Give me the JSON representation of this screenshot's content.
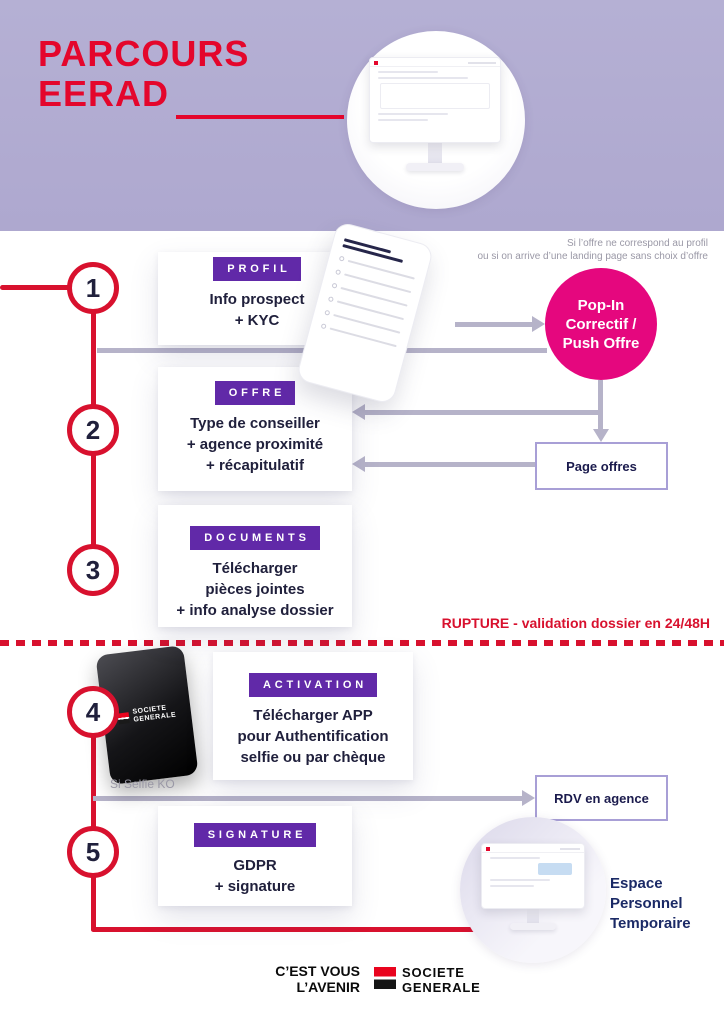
{
  "colors": {
    "red": "#d8112e",
    "title_red": "#e4062c",
    "purple_badge": "#6129a8",
    "pink": "#e5077e",
    "navy_text": "#20203c",
    "lavender_header": "#b5b0d4",
    "gray_arrow": "#b6b3c9",
    "purple_box_border": "#a89fd6"
  },
  "header": {
    "title_line1": "PARCOURS",
    "title_line2": "EERAD"
  },
  "steps": [
    {
      "number": "1",
      "badge": "PROFIL",
      "line1": "Info prospect",
      "line2": "+ KYC"
    },
    {
      "number": "2",
      "badge": "OFFRE",
      "line1": "Type de conseiller",
      "line2": "+ agence proximité",
      "line3": "+ récapitulatif"
    },
    {
      "number": "3",
      "badge": "DOCUMENTS",
      "line1": "Télécharger",
      "line2": "pièces jointes",
      "line3": "+ info analyse dossier"
    },
    {
      "number": "4",
      "badge": "ACTIVATION",
      "line1": "Télécharger APP",
      "line2": "pour Authentification",
      "line3": "selfie ou par chèque"
    },
    {
      "number": "5",
      "badge": "SIGNATURE",
      "line1": "GDPR",
      "line2": "+ signature"
    }
  ],
  "flow": {
    "note_line1": "Si l’offre ne correspond au profil",
    "note_line2": "ou si on arrive d’une landing page sans choix d’offre",
    "popin_line1": "Pop-In",
    "popin_line2": "Correctif /",
    "popin_line3": "Push Offre",
    "page_offres_label": "Page offres",
    "rupture_label": "RUPTURE - validation dossier en 24/48H",
    "selfie_ko_label": "Si Selfie KO",
    "rdv_label": "RDV en agence",
    "espace_line1": "Espace",
    "espace_line2": "Personnel",
    "espace_line3": "Temporaire"
  },
  "phone_black": {
    "brand_line1": "SOCIETE",
    "brand_line2": "GENERALE"
  },
  "footer": {
    "slogan_line1": "C’EST VOUS",
    "slogan_line2": "L’AVENIR",
    "brand_line1": "SOCIETE",
    "brand_line2": "GENERALE"
  }
}
